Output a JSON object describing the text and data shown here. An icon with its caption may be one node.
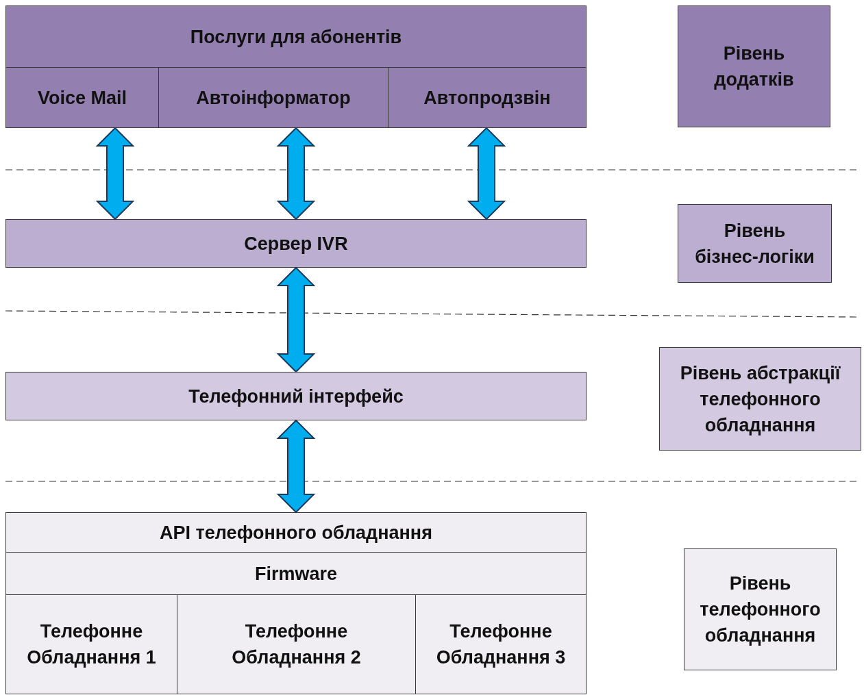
{
  "diagram": {
    "nodes": [
      {
        "text": [
          "Послуги для абонентів"
        ]
      },
      {
        "text": [
          "Voice Mail"
        ],
        "in": 0
      },
      {
        "text": [
          "Автоінформатор"
        ],
        "in": 0
      },
      {
        "text": [
          "Автопродзвін"
        ],
        "in": 0
      },
      {
        "text": [
          "Сервер IVR"
        ]
      },
      {
        "text": [
          "Телефонний інтерфейс"
        ]
      },
      {
        "text": [
          "API телефонного обладнання"
        ]
      },
      {
        "text": [
          "Firmware"
        ],
        "in": 6
      },
      {
        "text": [
          "Телефонне Обладнання 1"
        ],
        "in": 6
      },
      {
        "text": [
          "Телефонне Обладнання 2"
        ],
        "in": 6
      },
      {
        "text": [
          "Телефонне Обладнання 3"
        ],
        "in": 6
      },
      {
        "text": [
          "Рівень додатків"
        ]
      },
      {
        "text": [
          "Рівень бізнес-логіки"
        ]
      },
      {
        "text": [
          "Рівень абстракції телефонного обладнання"
        ]
      },
      {
        "text": [
          "Рівень телефонного обладнання"
        ]
      }
    ],
    "edges": [
      {
        "from": 1,
        "to": 4,
        "arrow": "both",
        "style": "thick"
      },
      {
        "from": 2,
        "to": 4,
        "arrow": "both",
        "style": "thick"
      },
      {
        "from": 3,
        "to": 4,
        "arrow": "both",
        "style": "thick"
      },
      {
        "from": 4,
        "to": 5,
        "arrow": "both",
        "style": "thick"
      },
      {
        "from": 5,
        "to": 6,
        "arrow": "both",
        "style": "thick"
      }
    ]
  }
}
